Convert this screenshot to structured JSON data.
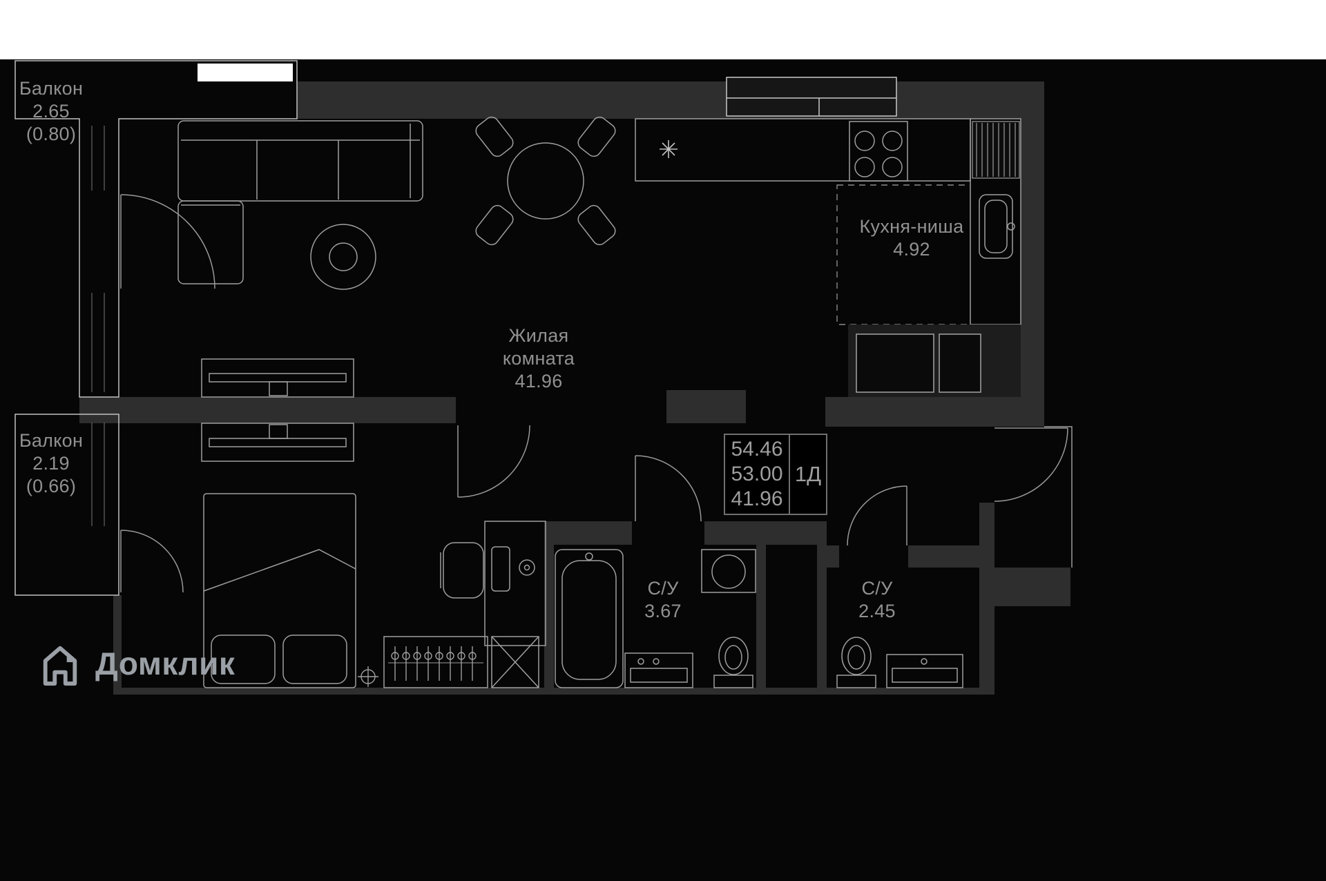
{
  "page": {
    "type": "apartment-floor-plan"
  },
  "colors": {
    "background": "#060606",
    "wall": "#2e2e2e",
    "furniture_line": "#9f9f9f",
    "balcony_line": "#c2c2c2",
    "label_text": "#919191",
    "info_border": "#707070",
    "logo": "#9aa0a6",
    "top_strip": "#ffffff"
  },
  "rooms": {
    "balcony_top": {
      "label": "Балкон",
      "area": "2.65",
      "area_reduced": "(0.80)"
    },
    "balcony_left": {
      "label": "Балкон",
      "area": "2.19",
      "area_reduced": "(0.66)"
    },
    "living_room": {
      "label": "Жилая комната",
      "area": "41.96"
    },
    "kitchen_niche": {
      "label": "Кухня-ниша",
      "area": "4.92"
    },
    "bathroom_1": {
      "label": "С/У",
      "area": "3.67"
    },
    "bathroom_2": {
      "label": "С/У",
      "area": "2.45"
    }
  },
  "info_box": {
    "total_area": "54.46",
    "area_without_balcony": "53.00",
    "living_area": "41.96",
    "layout_type": "1Д"
  },
  "branding": {
    "logo_text": "Домклик",
    "logo_icon": "house-icon"
  }
}
